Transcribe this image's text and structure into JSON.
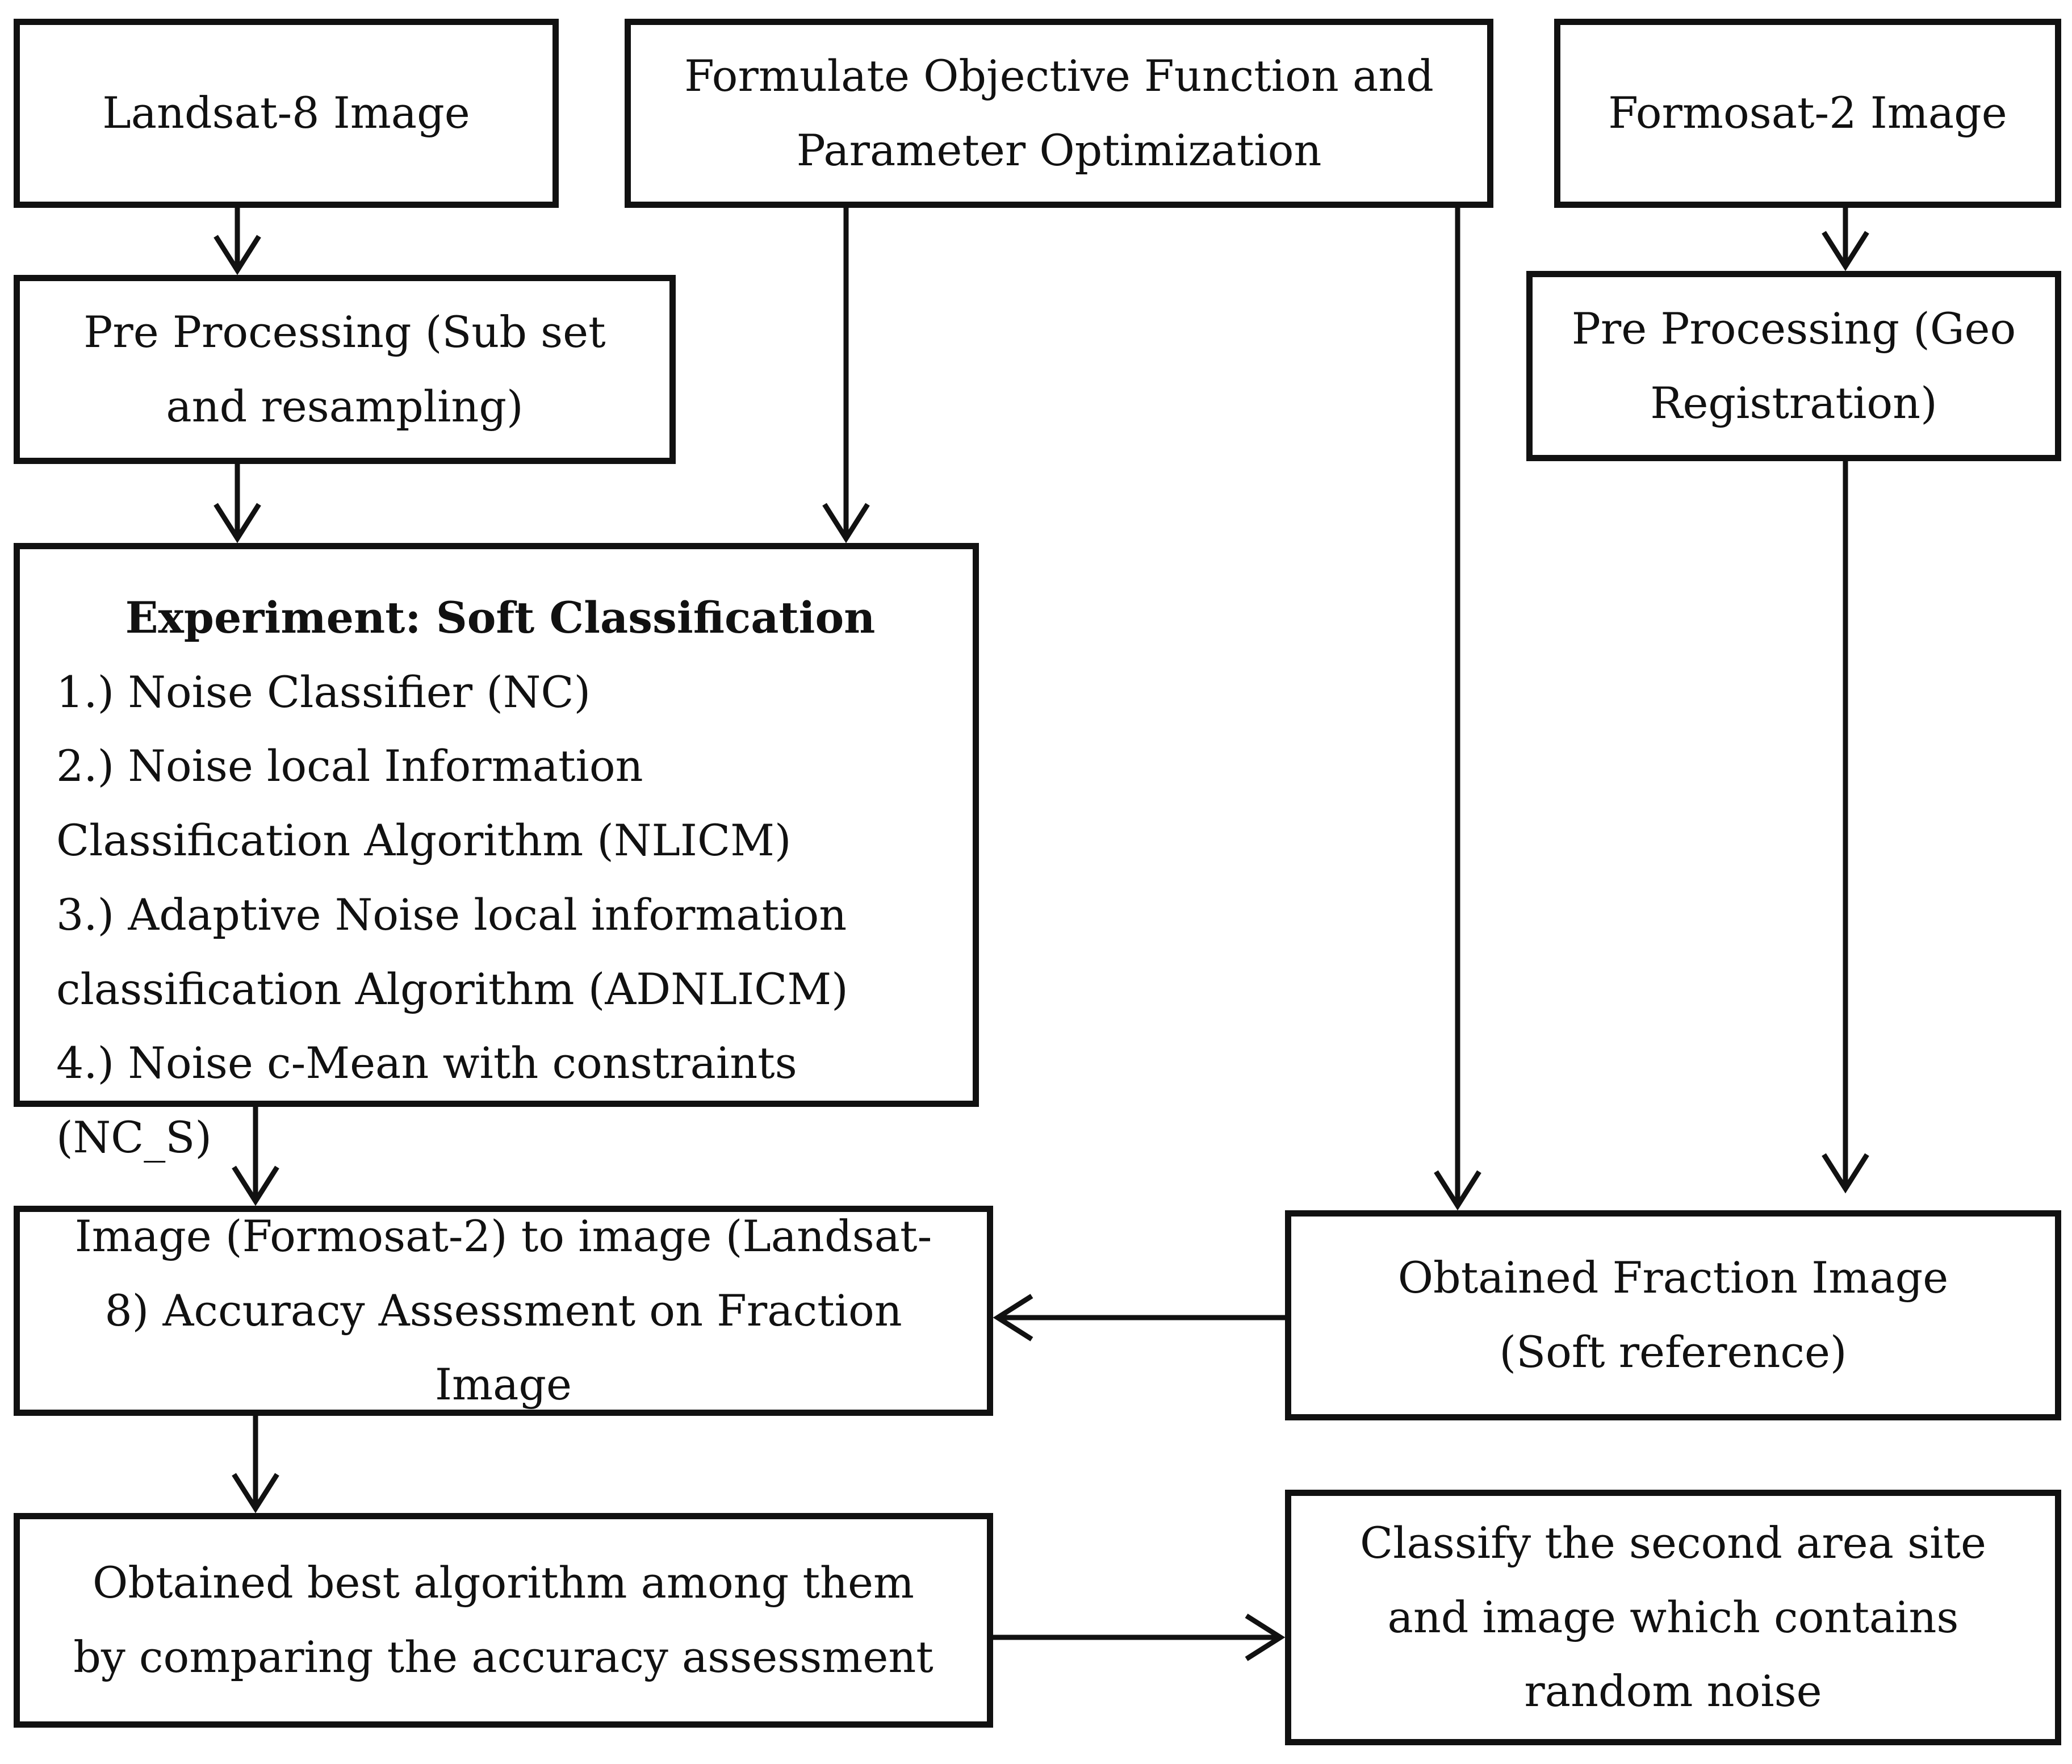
{
  "nodes": {
    "landsat": {
      "text": "Landsat-8 Image"
    },
    "objective": {
      "text": "Formulate Objective Function and Parameter Optimization"
    },
    "formosat": {
      "text": "Formosat-2 Image"
    },
    "preproc_left": {
      "text": "Pre Processing (Sub set and resampling)"
    },
    "preproc_right": {
      "text": "Pre Processing (Geo Registration)"
    },
    "experiment": {
      "heading": "Experiment: Soft Classification",
      "items": [
        "1.) Noise Classifier (NC)",
        "2.) Noise local Information Classification Algorithm (NLICM)",
        "3.) Adaptive Noise local information classification Algorithm (ADNLICM)",
        "4.) Noise c-Mean with constraints (NC_S)"
      ]
    },
    "accuracy": {
      "text": "Image (Formosat-2) to image (Landsat-8) Accuracy Assessment on Fraction Image"
    },
    "fraction": {
      "text": "Obtained Fraction Image (Soft reference)"
    },
    "best": {
      "text": "Obtained best algorithm among them by comparing the accuracy assessment"
    },
    "classify": {
      "text": "Classify the second area site and image which contains random noise"
    }
  },
  "colors": {
    "stroke": "#111111",
    "background": "#ffffff"
  }
}
